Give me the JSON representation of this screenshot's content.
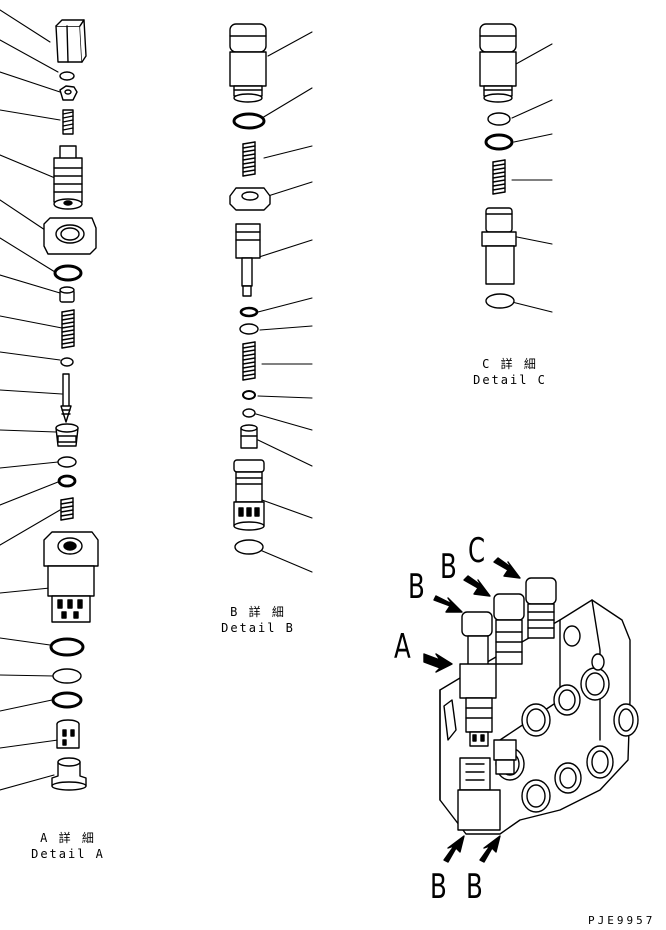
{
  "detail_a": {
    "jp": "A 詳 細",
    "en": "Detail A"
  },
  "detail_b": {
    "jp": "B 詳 細",
    "en": "Detail B"
  },
  "detail_c": {
    "jp": "C 詳 細",
    "en": "Detail C"
  },
  "callouts": {
    "a": "A",
    "b": "B",
    "c": "C"
  },
  "drawing_code": "PJE9957"
}
